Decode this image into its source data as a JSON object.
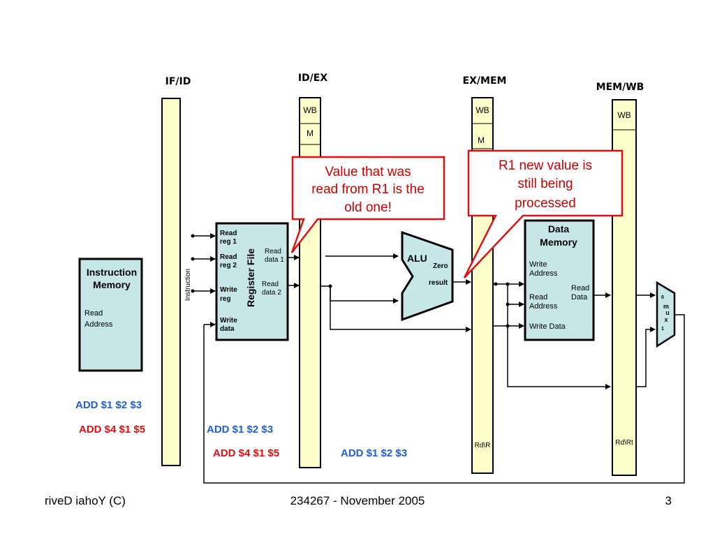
{
  "pipeline_registers": {
    "if_id": "IF/ID",
    "id_ex": "ID/EX",
    "ex_mem": "EX/MEM",
    "mem_wb": "MEM/WB"
  },
  "control_fields": {
    "wb": "WB",
    "m": "M"
  },
  "instruction_memory": {
    "title_line1": "Instruction",
    "title_line2": "Memory",
    "port_line1": "Read",
    "port_line2": "Address"
  },
  "instruction_label": "Instruction",
  "register_file": {
    "title": "Register File",
    "read_reg1_line1": "Read",
    "read_reg1_line2": "reg 1",
    "read_reg2_line1": "Read",
    "read_reg2_line2": "reg 2",
    "write_reg_line1": "Write",
    "write_reg_line2": "reg",
    "write_data_line1": "Write",
    "write_data_line2": "data",
    "read_data1_line1": "Read",
    "read_data1_line2": "data 1",
    "read_data2_line1": "Read",
    "read_data2_line2": "data 2"
  },
  "alu": {
    "label": "ALU",
    "zero": "Zero",
    "result": "result"
  },
  "data_memory": {
    "title_line1": "Data",
    "title_line2": "Memory",
    "write_address_line1": "Write",
    "write_address_line2": "Address",
    "read_address_line1": "Read",
    "read_address_line2": "Address",
    "write_data": "Write Data",
    "read_data_line1": "Read",
    "read_data_line2": "Data"
  },
  "mux": {
    "in0": "0",
    "in1": "1",
    "m": "m",
    "u": "u",
    "x": "x"
  },
  "rd_rt_exmem": "Rd\\R",
  "rd_rt_memwb": "Rd\\Rt",
  "callouts": {
    "left": [
      "Value that was",
      "read from R1 is the",
      "old one!"
    ],
    "right": [
      "R1 new value is",
      "still being",
      "processed"
    ]
  },
  "instructions": {
    "if_add123": "ADD $1 $2 $3",
    "if_add415": "ADD $4 $1 $5",
    "id_add123": "ADD $1 $2 $3",
    "id_add415": "ADD $4 $1 $5",
    "ex_add123": "ADD $1 $2 $3"
  },
  "footer": {
    "left": "riveD iahoY  (C)",
    "center": "234267 - November 2005",
    "page": "3"
  },
  "colors": {
    "register_fill": "#ffffcc",
    "unit_fill": "#c6e6e8",
    "callout_border": "#dd1111",
    "callout_text": "#cc0000",
    "blue_text": "#1f5fd0",
    "red_text": "#e01010"
  }
}
